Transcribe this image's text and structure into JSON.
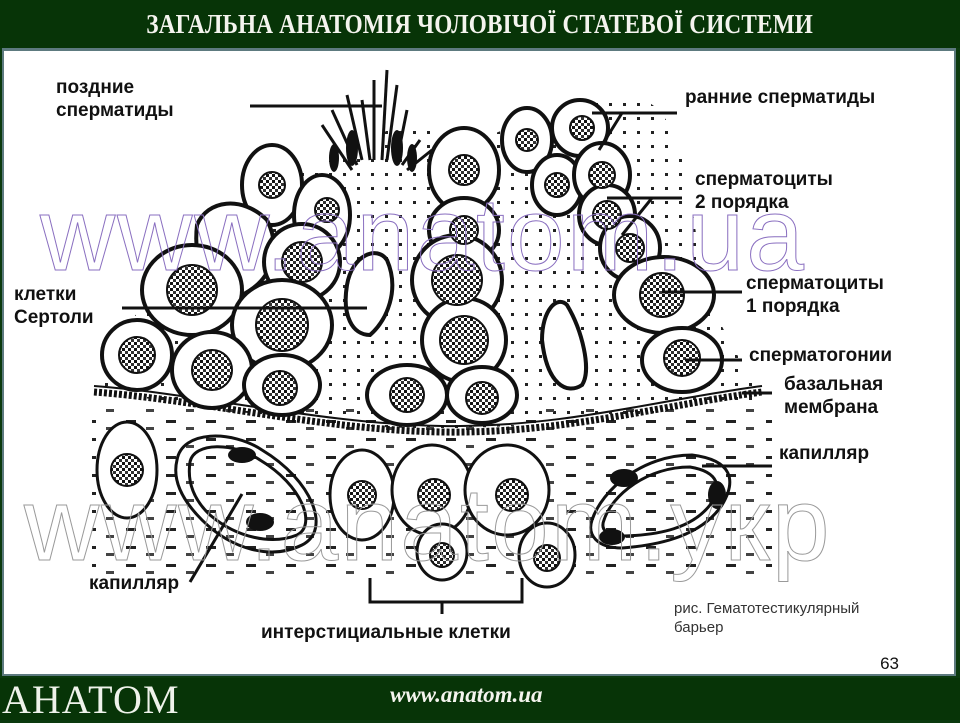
{
  "header": {
    "title": "ЗАГАЛЬНА АНАТОМІЯ ЧОЛОВІЧОЇ СТАТЕВОЇ СИСТЕМИ"
  },
  "diagram": {
    "labels": {
      "late_spermatids": [
        "поздние",
        "сперматиды"
      ],
      "early_spermatids": "ранние сперматиды",
      "spermatocytes_2": [
        "сперматоциты",
        "2 порядка"
      ],
      "spermatocytes_1": [
        "сперматоциты",
        "1 порядка"
      ],
      "sertoli_cells": [
        "клетки",
        "Сертоли"
      ],
      "spermatogonia": "сперматогонии",
      "basal_membrane": [
        "базальная",
        "мембрана"
      ],
      "capillary_right": "капилляр",
      "capillary_left": "капилляр",
      "interstitial_cells": "интерстициальные клетки"
    },
    "caption": [
      "рис. Гематотестикулярный",
      "барьер"
    ]
  },
  "watermarks": [
    {
      "text": "www.anatom.ua",
      "color": "#8a6fc0"
    },
    {
      "text": "www.anatom.укр",
      "color": "#9a9a9a"
    }
  ],
  "page_number": "63",
  "footer": {
    "logo": "АНАТОМ",
    "url": "www.anatom.ua"
  },
  "colors": {
    "bar_green": "#073407",
    "frame": "#5d7a7f",
    "bar_text": "#f4f4ee"
  }
}
